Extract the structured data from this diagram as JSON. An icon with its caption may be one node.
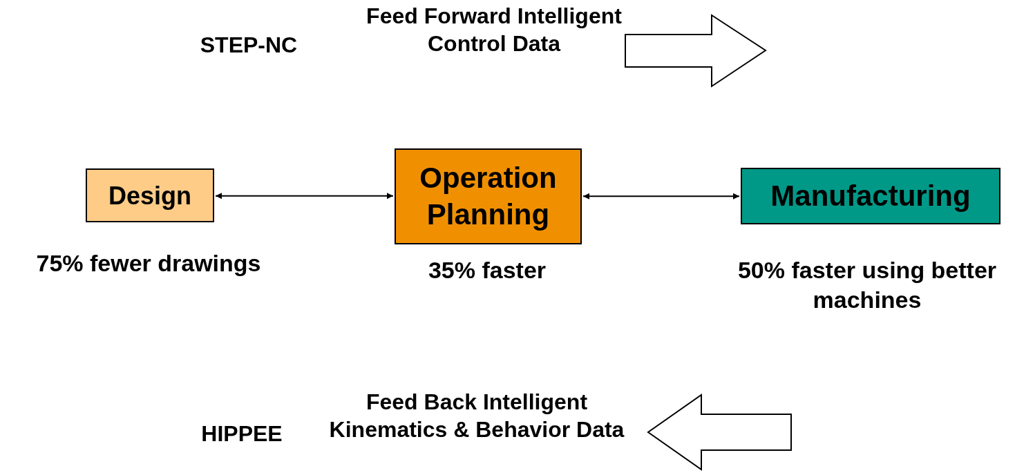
{
  "diagram": {
    "nodes": [
      {
        "text": [
          "Design"
        ],
        "beside": [
          "75% fewer drawings"
        ]
      },
      {
        "text": [
          "Operation Planning"
        ],
        "beside": [
          "35% faster"
        ]
      },
      {
        "text": [
          "Manufacturing"
        ],
        "beside": [
          "50% faster using better machines"
        ]
      }
    ],
    "edges": [
      {
        "from": 0,
        "to": 1,
        "arrow": "both"
      },
      {
        "from": 1,
        "to": 2,
        "arrow": "both"
      }
    ],
    "labels": [
      "STEP-NC",
      "Feed Forward Intelligent Control Data",
      "HIPPEE",
      "Feed Back Intelligent Kinematics & Behavior Data"
    ]
  }
}
